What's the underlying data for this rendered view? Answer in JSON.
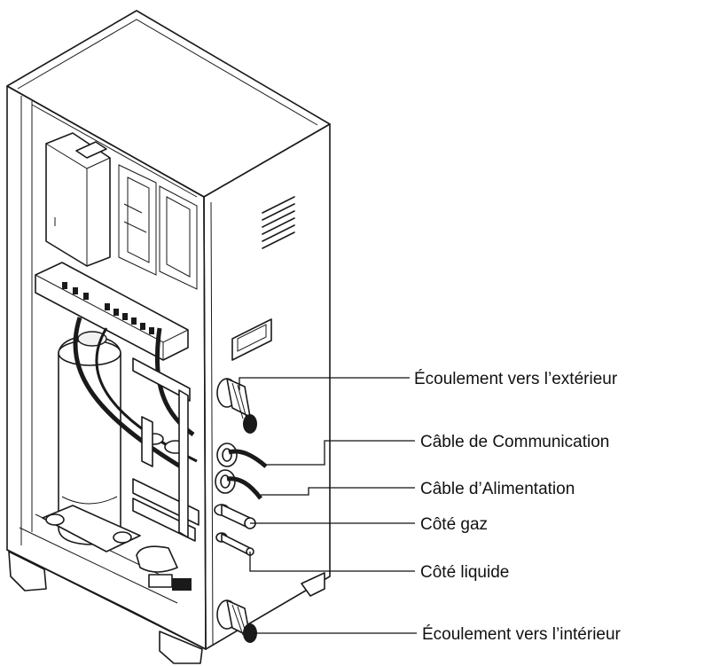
{
  "labels": {
    "drain_outdoor": "Écoulement vers l’extérieur",
    "comm_cable": "Câble de Communication",
    "power_cable": "Câble d’Alimentation",
    "gas_side": "Côté gaz",
    "liquid_side": "Côté liquide",
    "drain_indoor": "Écoulement vers l’intérieur"
  }
}
